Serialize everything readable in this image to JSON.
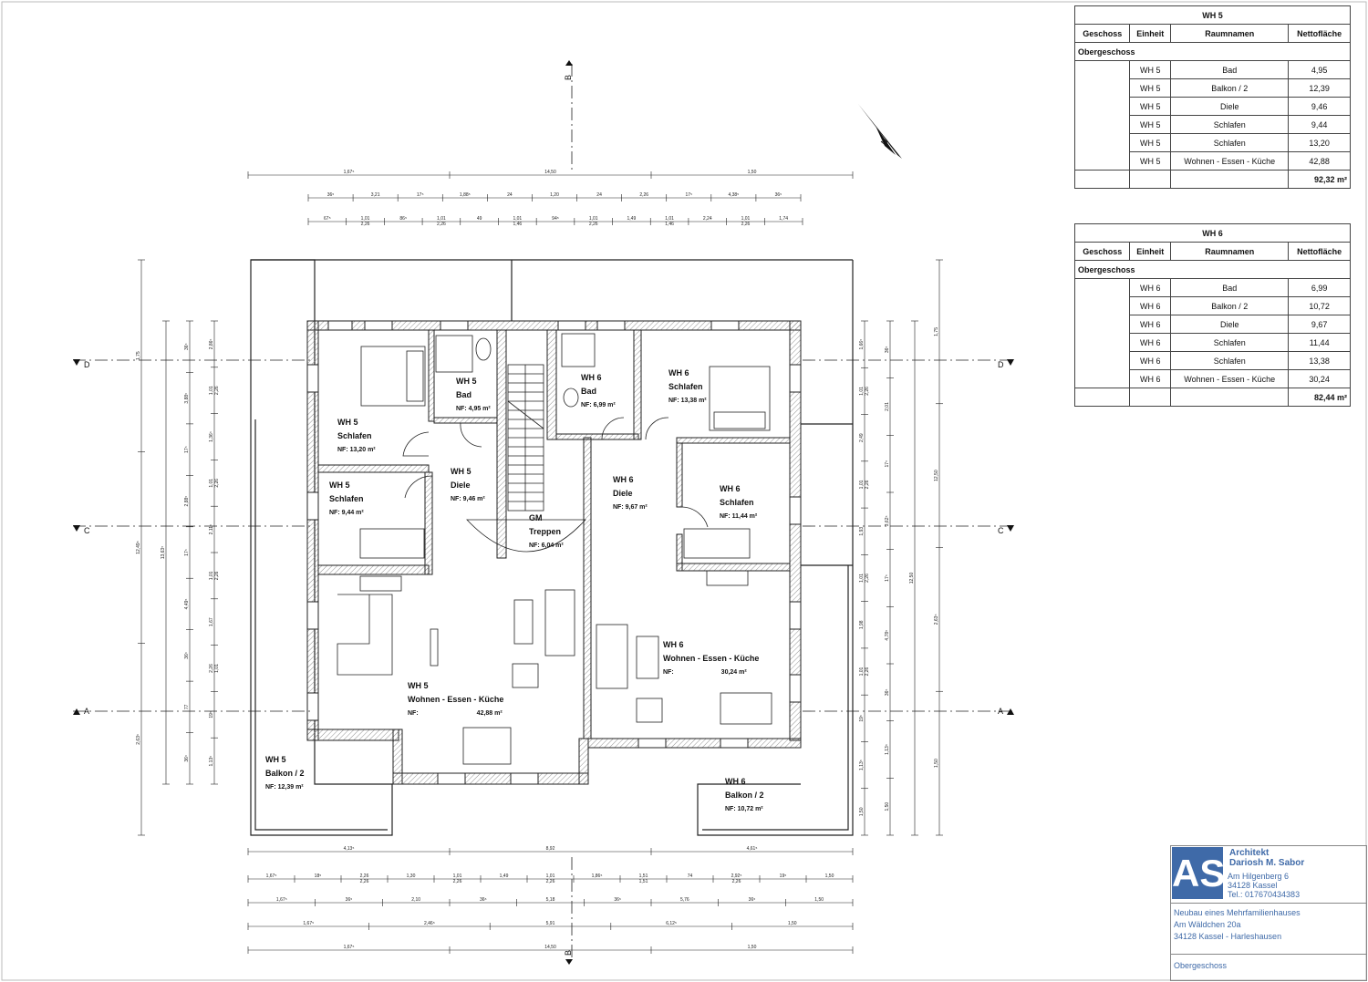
{
  "tables": [
    {
      "title": "WH 5",
      "headers": [
        "Geschoss",
        "Einheit",
        "Raumnamen",
        "Nettofläche"
      ],
      "floor": "Obergeschoss",
      "rows": [
        [
          "WH 5",
          "Bad",
          "4,95"
        ],
        [
          "WH 5",
          "Balkon / 2",
          "12,39"
        ],
        [
          "WH 5",
          "Diele",
          "9,46"
        ],
        [
          "WH 5",
          "Schlafen",
          "9,44"
        ],
        [
          "WH 5",
          "Schlafen",
          "13,20"
        ],
        [
          "WH 5",
          "Wohnen - Essen - Küche",
          "42,88"
        ]
      ],
      "total": "92,32 m²"
    },
    {
      "title": "WH 6",
      "headers": [
        "Geschoss",
        "Einheit",
        "Raumnamen",
        "Nettofläche"
      ],
      "floor": "Obergeschoss",
      "rows": [
        [
          "WH 6",
          "Bad",
          "6,99"
        ],
        [
          "WH 6",
          "Balkon / 2",
          "10,72"
        ],
        [
          "WH 6",
          "Diele",
          "9,67"
        ],
        [
          "WH 6",
          "Schlafen",
          "11,44"
        ],
        [
          "WH 6",
          "Schlafen",
          "13,38"
        ],
        [
          "WH 6",
          "Wohnen - Essen - Küche",
          "30,24"
        ]
      ],
      "total": "82,44 m²"
    }
  ],
  "rooms": {
    "wh5_bad": {
      "unit": "WH 5",
      "name": "Bad",
      "nf": "NF: 4,95 m²"
    },
    "wh6_bad": {
      "unit": "WH 6",
      "name": "Bad",
      "nf": "NF: 6,99 m²"
    },
    "wh6_schlafen1": {
      "unit": "WH 6",
      "name": "Schlafen",
      "nf": "NF: 13,38 m²"
    },
    "wh5_schlafen1": {
      "unit": "WH 5",
      "name": "Schlafen",
      "nf": "NF: 13,20 m²"
    },
    "wh5_diele": {
      "unit": "WH 5",
      "name": "Diele",
      "nf": "NF: 9,46 m²"
    },
    "wh5_schlafen2": {
      "unit": "WH 5",
      "name": "Schlafen",
      "nf": "NF: 9,44 m²"
    },
    "wh6_diele": {
      "unit": "WH 6",
      "name": "Diele",
      "nf": "NF: 9,67 m²"
    },
    "wh6_schlafen2": {
      "unit": "WH 6",
      "name": "Schlafen",
      "nf": "NF: 11,44 m²"
    },
    "gm_treppen": {
      "unit": "GM",
      "name": "Treppen",
      "nf": "NF: 6,04 m²"
    },
    "wh6_wek": {
      "unit": "WH 6",
      "name": "Wohnen - Essen - Küche",
      "nf": "NF:",
      "area": "30,24 m²"
    },
    "wh5_wek": {
      "unit": "WH 5",
      "name": "Wohnen - Essen - Küche",
      "nf": "NF:",
      "area": "42,88 m²"
    },
    "wh5_balkon": {
      "unit": "WH 5",
      "name": "Balkon / 2",
      "nf": "NF: 12,39 m²"
    },
    "wh6_balkon": {
      "unit": "WH 6",
      "name": "Balkon / 2",
      "nf": "NF: 10,72 m²"
    }
  },
  "section_markers": [
    "A",
    "B",
    "C",
    "D"
  ],
  "north": "N",
  "dims": {
    "top_overall": [
      "1,67⁵",
      "14,50",
      "1,50"
    ],
    "top_row2": [
      "36⁵",
      "3,21",
      "17⁵",
      "1,88⁵",
      "24",
      "1,20",
      "24",
      "2,26",
      "17⁵",
      "4,38⁵",
      "36⁵"
    ],
    "top_row3": [
      "67⁵",
      "1,01\n2,26",
      "86⁵",
      "1,01\n2,26",
      "49",
      "1,01\n1,46",
      "94⁵",
      "1,01\n2,26",
      "1,49",
      "1,01\n1,46",
      "2,24",
      "1,01\n2,26",
      "1,74"
    ],
    "bottom_row1": [
      "4,13⁵",
      "8,92",
      "4,61⁵"
    ],
    "bottom_row2": [
      "1,67⁵",
      "18⁵",
      "2,26\n2,26",
      "1,30",
      "1,01\n2,26",
      "1,49",
      "1,01\n2,26",
      "1,86⁵",
      "1,51\n1,51",
      "74",
      "2,92⁵\n2,26",
      "19⁵",
      "1,50"
    ],
    "bottom_row3": [
      "1,67⁵",
      "36⁵",
      "2,10",
      "36⁵",
      "5,18",
      "36⁵",
      "5,76",
      "36⁵",
      "1,50"
    ],
    "bottom_row4": [
      "1,67⁵",
      "2,46⁵",
      "5,91",
      "6,12⁵",
      "1,50"
    ],
    "bottom_row5": [
      "1,67⁵",
      "14,50",
      "1,50"
    ],
    "left_outer": [
      "1,75",
      "12,49⁵",
      "2,63⁵"
    ],
    "left_mid": [
      "13,63⁵"
    ],
    "left_inner": [
      "36⁵",
      "3,88⁵",
      "17⁵",
      "2,88⁵",
      "17⁵",
      "4,49⁵",
      "36⁵",
      "77",
      "36⁵"
    ],
    "left_openings": [
      "2,86⁵",
      "1,01\n2,26",
      "1,36⁵",
      "1,01\n2,26",
      "2,11⁵",
      "1,01\n2,26",
      "1,67",
      "2,26\n1,01",
      "19⁵",
      "1,13⁵"
    ],
    "right_openings": [
      "1,66⁵",
      "1,01\n2,26",
      "2,49",
      "1,01\n2,26",
      "1,93",
      "1,01\n2,26",
      "1,98",
      "1,01\n2,26",
      "19⁵",
      "1,13⁵",
      "1,50"
    ],
    "right_inner": [
      "36⁵",
      "2,01",
      "17⁵",
      "3,62⁵",
      "17⁵",
      "4,78⁵",
      "36⁵",
      "1,13⁵",
      "1,50"
    ],
    "right_mid": [
      "12,50"
    ],
    "right_outer": [
      "1,75",
      "12,50",
      "2,63⁵",
      "1,50"
    ]
  },
  "title_block": {
    "logo": "AS",
    "firm": "Architekt",
    "architect": "Dariosh M. Sabor",
    "street": "Am Hilgenberg 6",
    "city": "34128 Kassel",
    "phone": "Tel.: 017670434383",
    "project_line1": "Neubau eines Mehrfamilienhauses",
    "project_line2": "Am Wäldchen 20a",
    "project_line3": "34128 Kassel - Harleshausen",
    "plan": "Obergeschoss"
  }
}
